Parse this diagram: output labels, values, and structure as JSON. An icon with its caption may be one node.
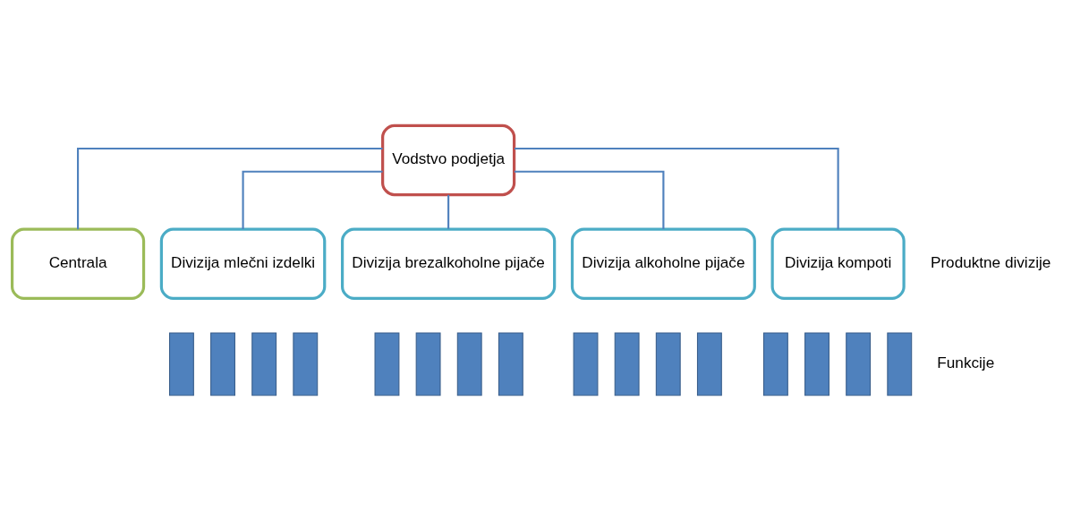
{
  "diagram": {
    "nodes": [
      {
        "text": [
          "Vodstvo podjetja"
        ]
      },
      {
        "text": [
          "Centrala"
        ]
      },
      {
        "text": [
          "Divizija mlečni izdelki"
        ]
      },
      {
        "text": [
          "Divizija brezalkoholne pijače"
        ]
      },
      {
        "text": [
          "Divizija alkoholne pijače"
        ]
      },
      {
        "text": [
          "Divizija kompoti"
        ]
      },
      {
        "text": [],
        "shape": "bar"
      },
      {
        "text": [],
        "shape": "bar"
      },
      {
        "text": [],
        "shape": "bar"
      },
      {
        "text": [],
        "shape": "bar"
      },
      {
        "text": [],
        "shape": "bar"
      },
      {
        "text": [],
        "shape": "bar"
      },
      {
        "text": [],
        "shape": "bar"
      },
      {
        "text": [],
        "shape": "bar"
      },
      {
        "text": [],
        "shape": "bar"
      },
      {
        "text": [],
        "shape": "bar"
      },
      {
        "text": [],
        "shape": "bar"
      },
      {
        "text": [],
        "shape": "bar"
      },
      {
        "text": [],
        "shape": "bar"
      },
      {
        "text": [],
        "shape": "bar"
      },
      {
        "text": [],
        "shape": "bar"
      },
      {
        "text": [],
        "shape": "bar"
      }
    ],
    "edges": [
      {
        "from": 0,
        "to": 1,
        "arrow": "none"
      },
      {
        "from": 0,
        "to": 2,
        "arrow": "none"
      },
      {
        "from": 0,
        "to": 3,
        "arrow": "none"
      },
      {
        "from": 0,
        "to": 4,
        "arrow": "none"
      },
      {
        "from": 0,
        "to": 5,
        "arrow": "none"
      }
    ],
    "labels": [
      "Produktne divizije",
      "Funkcije"
    ]
  }
}
